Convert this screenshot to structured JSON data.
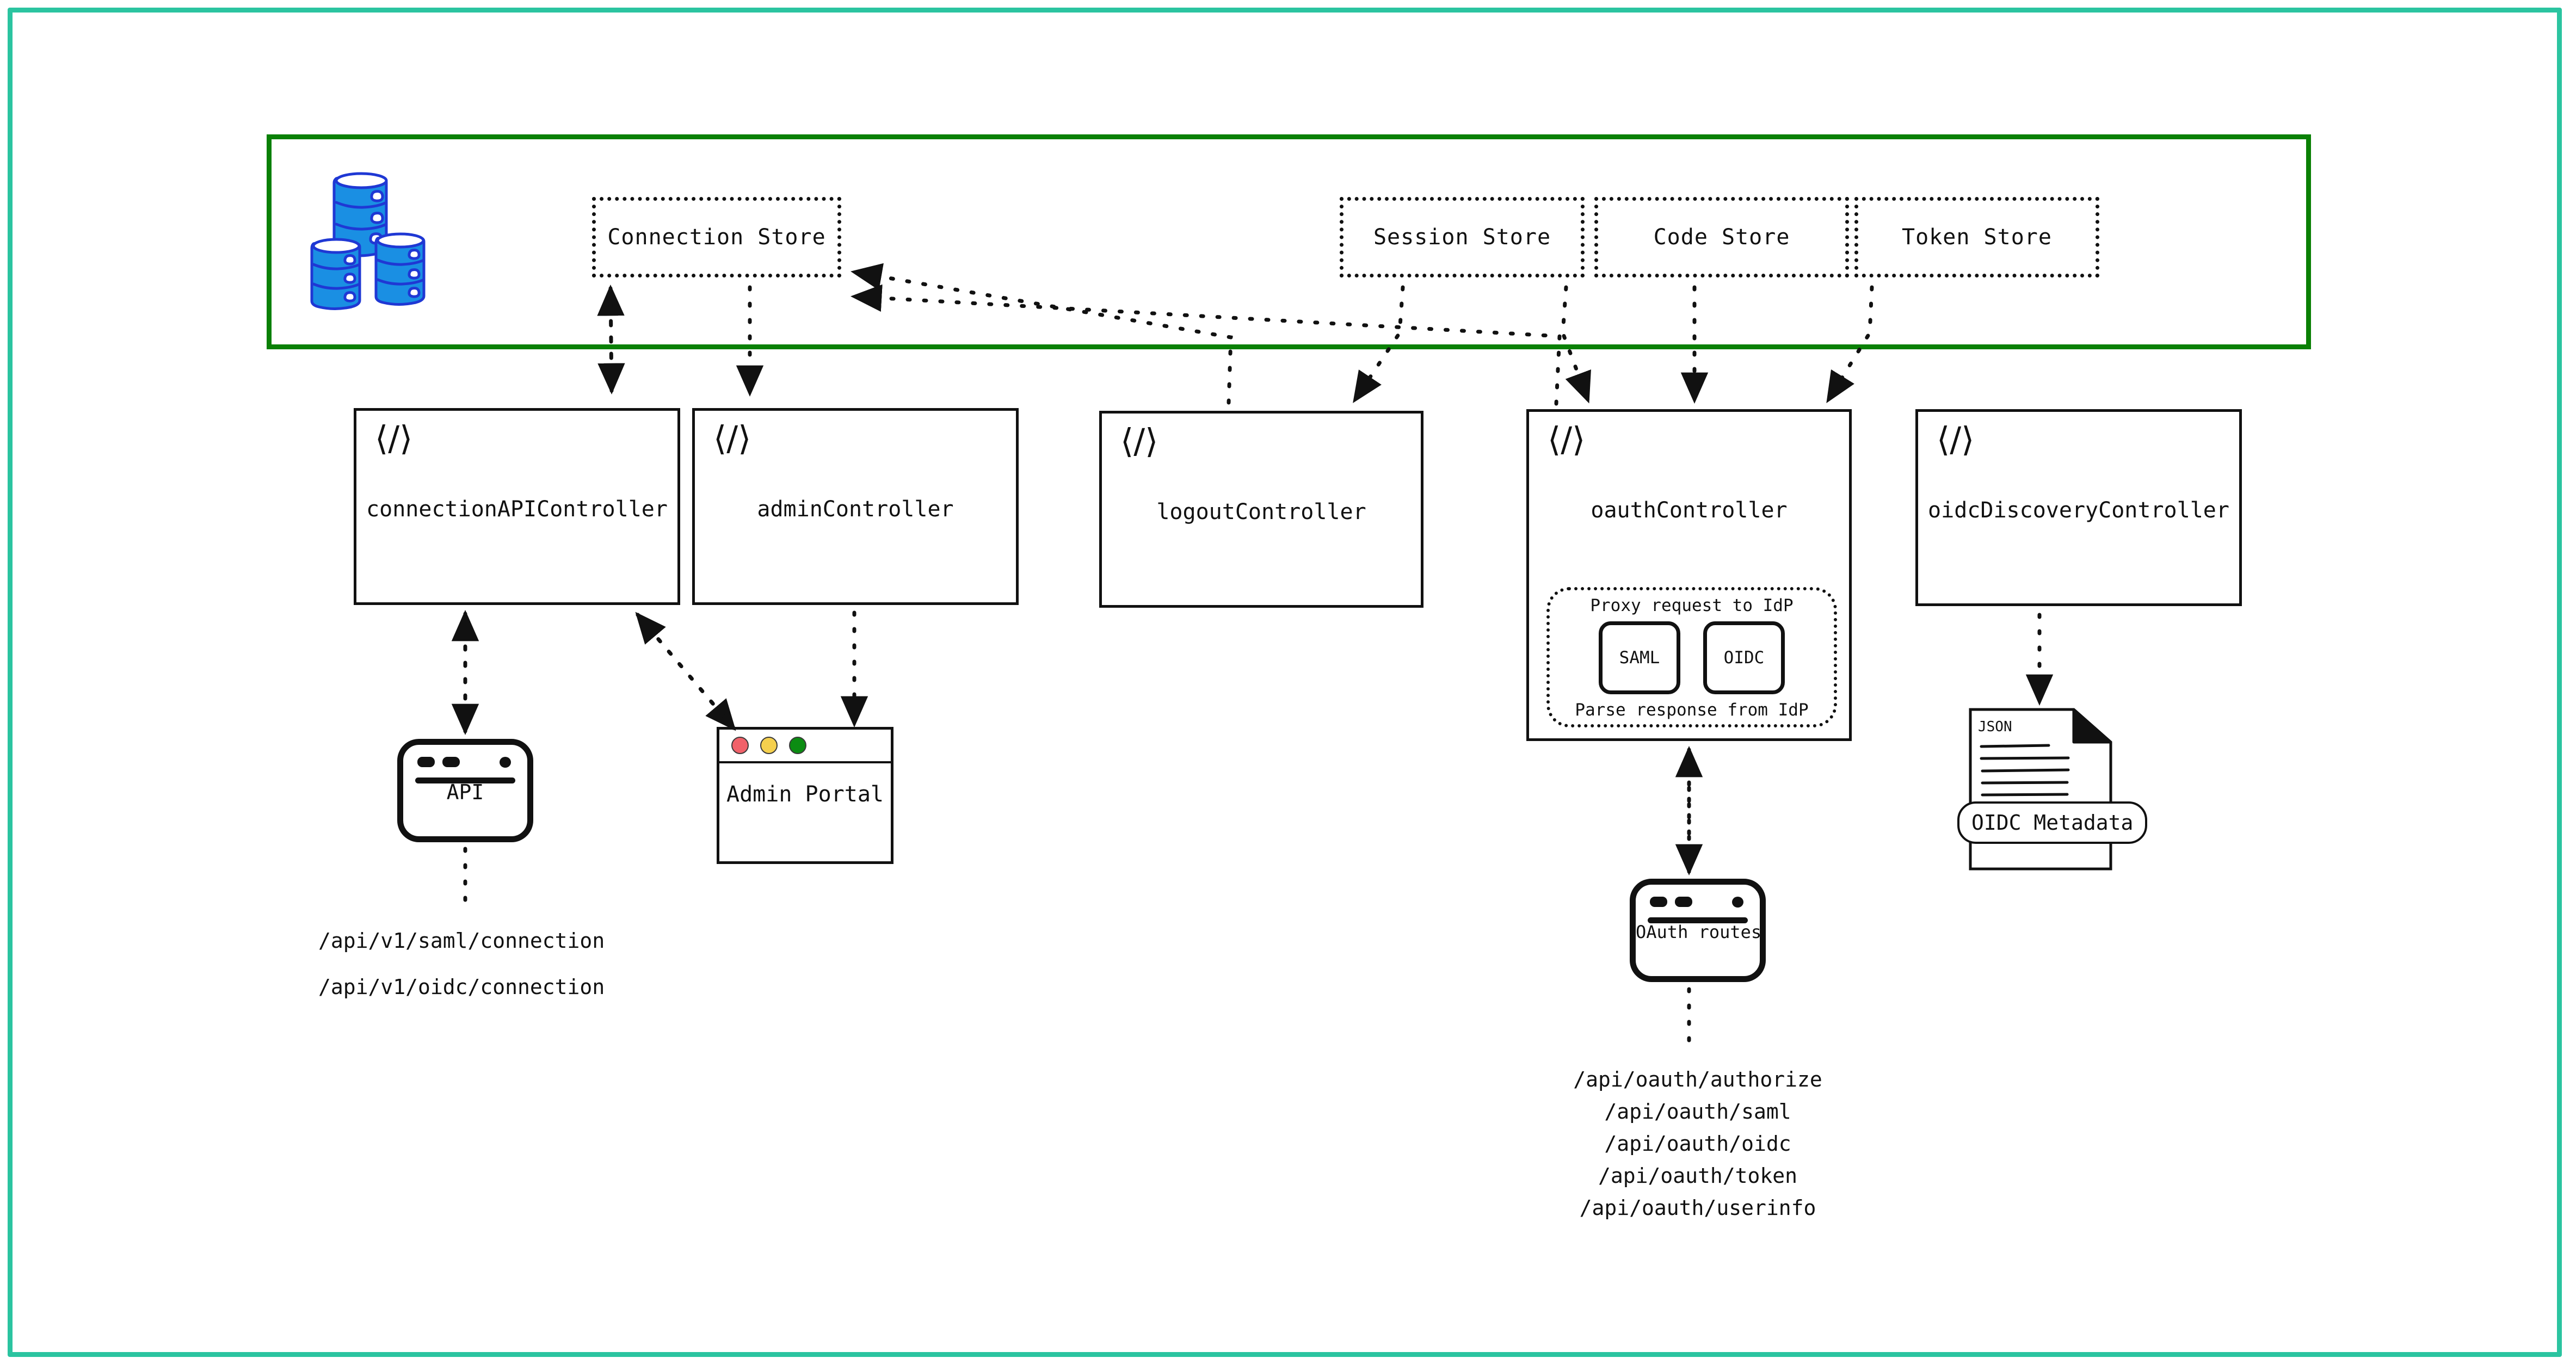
{
  "palette": {
    "frame_teal": "#2bc4a0",
    "container_green": "#0a8005",
    "db_blue": "#1a8fe3",
    "db_stroke": "#1f38d4",
    "stroke_black": "#111111",
    "dot_red": "#f1626a",
    "dot_yellow": "#f5d04e",
    "dot_green": "#0b8c12"
  },
  "datastore_panel": {
    "db_icon_name": "database-stack-icon",
    "stores": [
      {
        "label": "Connection Store"
      },
      {
        "label": "Session Store"
      },
      {
        "label": "Code Store"
      },
      {
        "label": "Token Store"
      }
    ]
  },
  "controllers": [
    {
      "label": "connectionAPIController",
      "icon": "code-icon"
    },
    {
      "label": "adminController",
      "icon": "code-icon"
    },
    {
      "label": "logoutController",
      "icon": "code-icon"
    },
    {
      "label": "oauthController",
      "icon": "code-icon"
    },
    {
      "label": "oidcDiscoveryController",
      "icon": "code-icon"
    }
  ],
  "proxy_block": {
    "top_label": "Proxy request to IdP",
    "bottom_label": "Parse response from IdP",
    "protocols": [
      {
        "label": "SAML"
      },
      {
        "label": "OIDC"
      }
    ]
  },
  "clients": {
    "api": {
      "label": "API",
      "icon": "browser-window-icon"
    },
    "admin_portal": {
      "label": "Admin Portal",
      "icon": "browser-window-icon"
    },
    "oauth_routes": {
      "label": "OAuth routes",
      "icon": "browser-window-icon"
    },
    "oidc_metadata": {
      "label": "OIDC Metadata",
      "doc_kind": "JSON",
      "icon": "json-document-icon"
    }
  },
  "connection_routes": [
    "/api/v1/saml/connection",
    "/api/v1/oidc/connection"
  ],
  "oauth_routes": [
    "/api/oauth/authorize",
    "/api/oauth/saml",
    "/api/oauth/oidc",
    "/api/oauth/token",
    "/api/oauth/userinfo"
  ]
}
